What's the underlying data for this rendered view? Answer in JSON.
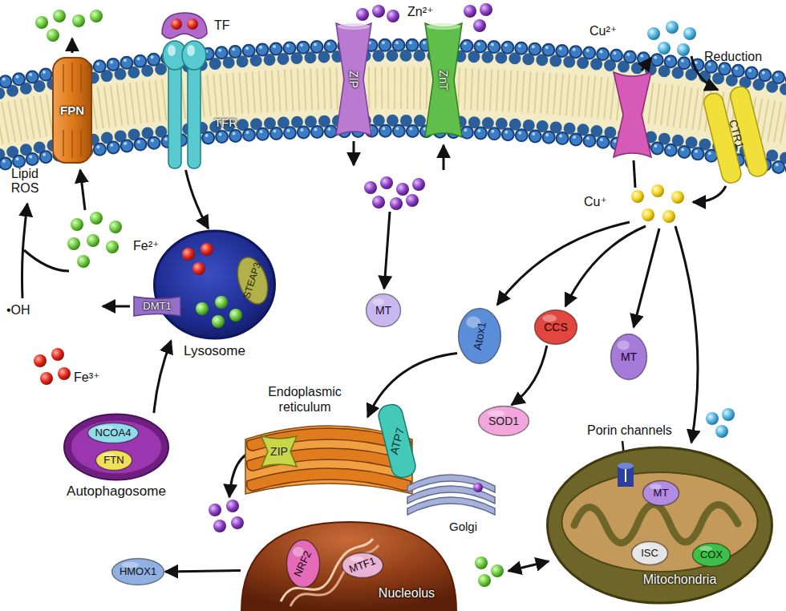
{
  "diagram": {
    "nodes": [
      {
        "text": [
          "FPN"
        ]
      },
      {
        "text": [
          "TF"
        ]
      },
      {
        "text": [
          "TFR"
        ]
      },
      {
        "text": [
          "ZIP"
        ]
      },
      {
        "text": [
          "ZnT"
        ]
      },
      {
        "text": [
          "CTR1"
        ]
      },
      {
        "text": [
          "Lysosome"
        ]
      },
      {
        "text": [
          "STEAP3"
        ],
        "in": 6
      },
      {
        "text": [
          "DMT1"
        ],
        "in": 6
      },
      {
        "text": [
          "MT"
        ]
      },
      {
        "text": [
          "Atox1"
        ]
      },
      {
        "text": [
          "CCS"
        ]
      },
      {
        "text": [
          "MT"
        ]
      },
      {
        "text": [
          "SOD1"
        ]
      },
      {
        "text": [
          "Endoplasmic reticulum"
        ]
      },
      {
        "text": [
          "ZIP"
        ],
        "in": 14
      },
      {
        "text": [
          "ATP7"
        ],
        "in": 14
      },
      {
        "text": [
          "Golgi"
        ]
      },
      {
        "text": [
          "Autophagosome"
        ]
      },
      {
        "text": [
          "NCOA4"
        ],
        "in": 18
      },
      {
        "text": [
          "FTN"
        ],
        "in": 18
      },
      {
        "text": [
          "HMOX1"
        ]
      },
      {
        "text": [
          "Nucleolus"
        ]
      },
      {
        "text": [
          "NRF2"
        ],
        "in": 22
      },
      {
        "text": [
          "MTF1"
        ],
        "in": 22
      },
      {
        "text": [
          "Mitochondria"
        ]
      },
      {
        "text": [
          "MT"
        ],
        "in": 25
      },
      {
        "text": [
          "ISC"
        ],
        "in": 25
      },
      {
        "text": [
          "COX"
        ],
        "in": 25
      }
    ],
    "edges": [
      {
        "from": 2,
        "to": 6,
        "arrow": "to"
      },
      {
        "from": 18,
        "to": 6,
        "arrow": "to"
      },
      {
        "from": 10,
        "to": 14,
        "arrow": "to"
      },
      {
        "from": 11,
        "to": 13,
        "arrow": "to"
      },
      {
        "from": 22,
        "to": 21,
        "arrow": "to"
      }
    ],
    "labels": [
      "Zn²⁺",
      "Cu²⁺",
      "Reduction",
      "Cu⁺",
      "Lipid ROS",
      "Fe²⁺",
      "•OH",
      "Fe³⁺",
      "Porin channels"
    ]
  }
}
